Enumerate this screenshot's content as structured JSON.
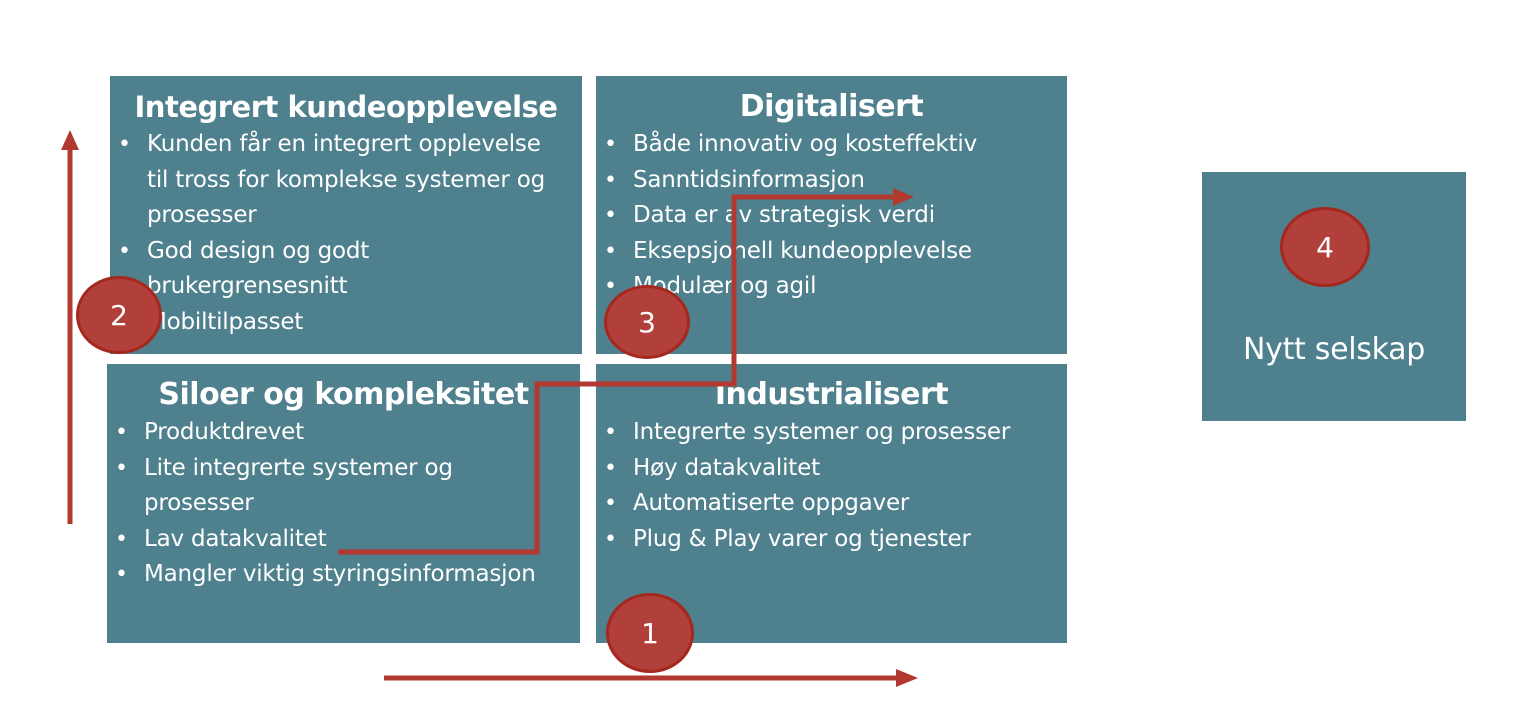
{
  "quadrants": {
    "top_left": {
      "title": "Integrert kundeopplevelse",
      "items": [
        {
          "line1": "Kunden får en integrert opplevelse",
          "line2": "til tross for komplekse systemer og",
          "line3": "prosesser"
        },
        {
          "line1": "God design og godt",
          "line2": "brukergrensesnitt"
        },
        {
          "line1": "Mobiltilpasset"
        }
      ]
    },
    "top_right": {
      "title": "Digitalisert",
      "items": [
        {
          "line1": "Både innovativ og kosteffektiv"
        },
        {
          "line1": "Sanntidsinformasjon"
        },
        {
          "line1": "Data er av strategisk verdi"
        },
        {
          "line1": "Eksepsjonell kundeopplevelse"
        },
        {
          "line1": "Modulær og agil"
        }
      ]
    },
    "bottom_left": {
      "title": "Siloer og kompleksitet",
      "items": [
        {
          "line1": "Produktdrevet"
        },
        {
          "line1": "Lite integrerte systemer og",
          "line2": "prosesser"
        },
        {
          "line1": "Lav datakvalitet"
        },
        {
          "line1": "Mangler viktig styringsinformasjon"
        }
      ]
    },
    "bottom_right": {
      "title": "Industrialisert",
      "items": [
        {
          "line1": "Integrerte systemer og prosesser"
        },
        {
          "line1": "Høy datakvalitet"
        },
        {
          "line1": "Automatiserte oppgaver"
        },
        {
          "line1": "Plug & Play varer og tjenester"
        }
      ]
    }
  },
  "new_company": {
    "label": "Nytt selskap"
  },
  "badges": {
    "b1": "1",
    "b2": "2",
    "b3": "3",
    "b4": "4"
  },
  "colors": {
    "box_fill": "#4e808d",
    "arrow": "#b1392f",
    "badge_fill": "#b1403a",
    "badge_border": "#a5281f",
    "text": "#ffffff"
  }
}
